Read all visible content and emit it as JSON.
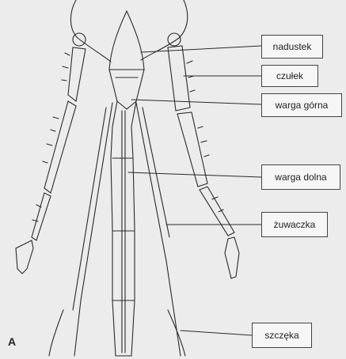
{
  "figure_letter": "A",
  "labels": {
    "nadustek": "nadustek",
    "czulek": "czułek",
    "warga_gorna": "warga górna",
    "warga_dolna": "warga dolna",
    "zuwaczka": "żuwaczka",
    "szczeka": "szczęka"
  },
  "colors": {
    "ink": "#2a2a2a",
    "background": "#ececec"
  }
}
